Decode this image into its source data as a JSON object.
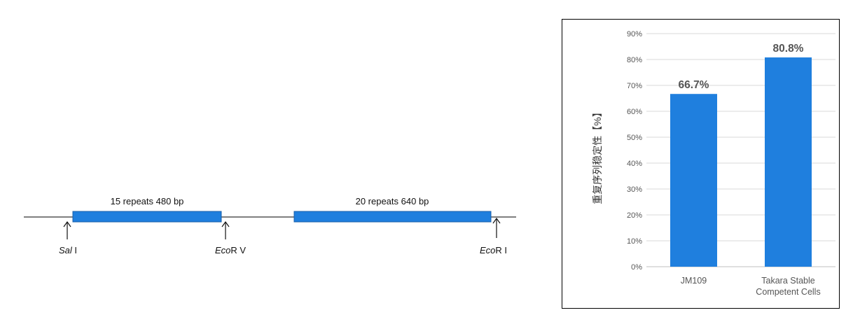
{
  "diagram": {
    "segments": [
      {
        "label": "15 repeats  480 bp"
      },
      {
        "label": "20 repeats  640 bp"
      }
    ],
    "sites": [
      {
        "name_italic": "Sal",
        "name_rest": " I"
      },
      {
        "name_italic": "Eco",
        "name_rest": "R V"
      },
      {
        "name_italic": "Eco",
        "name_rest": "R I"
      }
    ],
    "colors": {
      "repeat_block": "#1f7fde",
      "block_border": "#1b5fa8",
      "backbone": "#555555"
    }
  },
  "chart_data": {
    "type": "bar",
    "categories": [
      "JM109",
      "Takara Stable Competent Cells"
    ],
    "category_lines": [
      [
        "JM109"
      ],
      [
        "Takara Stable",
        "Competent Cells"
      ]
    ],
    "values": [
      66.7,
      80.8
    ],
    "data_labels": [
      "66.7%",
      "80.8%"
    ],
    "ylabel": "重复序列稳定性【%】",
    "ylim": [
      0,
      90
    ],
    "yticks": [
      0,
      10,
      20,
      30,
      40,
      50,
      60,
      70,
      80,
      90
    ],
    "ytick_labels": [
      "0%",
      "10%",
      "20%",
      "30%",
      "40%",
      "50%",
      "60%",
      "70%",
      "80%",
      "90%"
    ],
    "grid": true,
    "legend": "none",
    "bar_color": "#1f7fde",
    "grid_color": "#d9d9d9"
  }
}
